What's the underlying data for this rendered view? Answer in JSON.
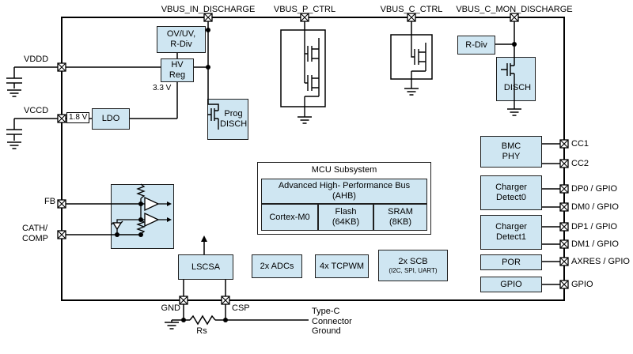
{
  "pins": {
    "top": [
      "VBUS_IN_DISCHARGE",
      "VBUS_P_CTRL",
      "VBUS_C_CTRL",
      "VBUS_C_MON_DISCHARGE"
    ],
    "left": [
      "VDDD",
      "VCCD",
      "FB",
      "CATH/\nCOMP"
    ],
    "right": [
      "CC1",
      "CC2",
      "DP0 / GPIO",
      "DM0 / GPIO",
      "DP1 / GPIO",
      "DM1 / GPIO",
      "AXRES / GPIO",
      "GPIO"
    ],
    "bottom": [
      "GND",
      "CSP"
    ]
  },
  "blocks": {
    "ovuv": "OV/UV,\nR-Div",
    "hv_reg": "HV\nReg",
    "ldo": "LDO",
    "prog_disch": "Prog\nDISCH",
    "r_div": "R-Div",
    "disch": "DISCH",
    "bmc_phy": "BMC\nPHY",
    "charger_detect0": "Charger\nDetect0",
    "charger_detect1": "Charger\nDetect1",
    "por": "POR",
    "gpio": "GPIO",
    "mcu_title": "MCU Subsystem",
    "ahb": "Advanced High- Performance Bus\n(AHB)",
    "cortex": "Cortex-M0",
    "flash": "Flash\n(64KB)",
    "sram": "SRAM\n(8KB)",
    "lscsa": "LSCSA",
    "adcs": "2x ADCs",
    "tcpwm": "4x TCPWM",
    "scb": "2x SCB",
    "scb_sub": "(I2C, SPI, UART)"
  },
  "annotations": {
    "v33": "3.3 V",
    "v18": "1.8 V",
    "rs": "Rs",
    "typec_ground": "Type-C\nConnector\nGround"
  },
  "colors": {
    "block_fill": "#cfe6f2",
    "line": "#000000"
  }
}
